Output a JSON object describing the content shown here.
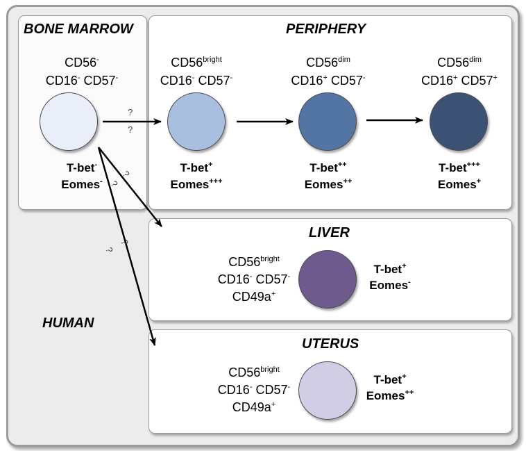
{
  "compartments": {
    "bone_marrow": "BONE MARROW",
    "periphery": "PERIPHERY",
    "liver": "LIVER",
    "uterus": "UTERUS",
    "species": "HUMAN"
  },
  "question_mark": "?",
  "cells": {
    "bm": {
      "color": "#e9eef8",
      "marker_line1": [
        [
          "CD56",
          "-"
        ]
      ],
      "marker_line2": [
        [
          "CD16",
          "-"
        ],
        [
          "CD57",
          "-"
        ]
      ],
      "tbet": "T-bet",
      "tbet_sup": "-",
      "eomes": "Eomes",
      "eomes_sup": "-"
    },
    "p1": {
      "color": "#a9bfe0",
      "marker_line1": [
        [
          "CD56",
          "bright"
        ]
      ],
      "marker_line2": [
        [
          "CD16",
          "-"
        ],
        [
          "CD57",
          "-"
        ]
      ],
      "tbet": "T-bet",
      "tbet_sup": "+",
      "eomes": "Eomes",
      "eomes_sup": "+++"
    },
    "p2": {
      "color": "#5375a3",
      "marker_line1": [
        [
          "CD56",
          "dim"
        ]
      ],
      "marker_line2": [
        [
          "CD16",
          "+"
        ],
        [
          "CD57",
          "-"
        ]
      ],
      "tbet": "T-bet",
      "tbet_sup": "++",
      "eomes": "Eomes",
      "eomes_sup": "++"
    },
    "p3": {
      "color": "#3c5275",
      "marker_line1": [
        [
          "CD56",
          "dim"
        ]
      ],
      "marker_line2": [
        [
          "CD16",
          "+"
        ],
        [
          "CD57",
          "+"
        ]
      ],
      "tbet": "T-bet",
      "tbet_sup": "+++",
      "eomes": "Eomes",
      "eomes_sup": "+"
    },
    "liver": {
      "color": "#6e5a8c",
      "marker_line1": [
        [
          "CD56",
          "bright"
        ]
      ],
      "marker_line2": [
        [
          "CD16",
          "-"
        ],
        [
          "CD57",
          "-"
        ]
      ],
      "marker_line3": [
        [
          "CD49a",
          "+"
        ]
      ],
      "tbet": "T-bet",
      "tbet_sup": "+",
      "eomes": "Eomes",
      "eomes_sup": "-"
    },
    "uterus": {
      "color": "#d0cde4",
      "marker_line1": [
        [
          "CD56",
          "bright"
        ]
      ],
      "marker_line2": [
        [
          "CD16",
          "-"
        ],
        [
          "CD57",
          "-"
        ]
      ],
      "marker_line3": [
        [
          "CD49a",
          "+"
        ]
      ],
      "tbet": "T-bet",
      "tbet_sup": "+",
      "eomes": "Eomes",
      "eomes_sup": "++"
    }
  }
}
